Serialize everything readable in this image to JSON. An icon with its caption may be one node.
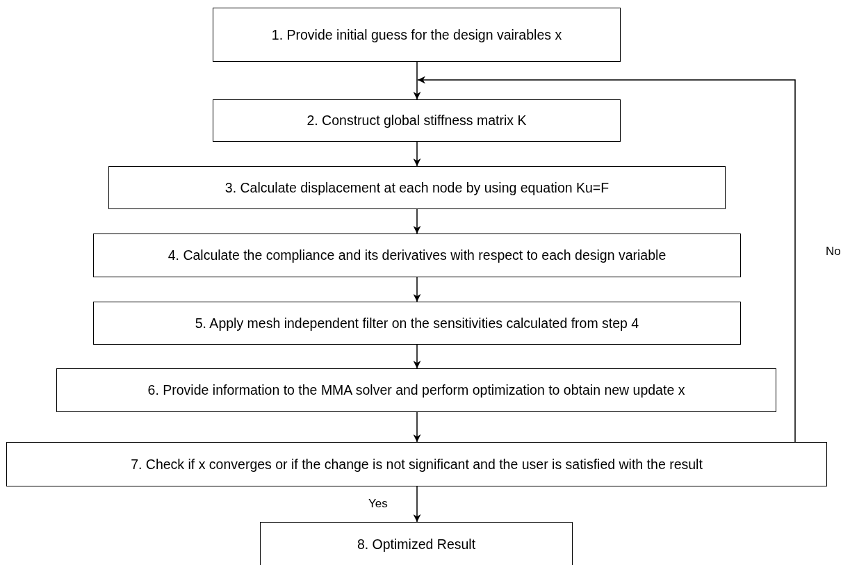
{
  "diagram": {
    "nodes": [
      {
        "text": [
          "1. Provide initial guess for the design vairables x"
        ]
      },
      {
        "text": [
          "2. Construct global stiffness matrix K"
        ]
      },
      {
        "text": [
          "3. Calculate displacement at each node by using equation  Ku=F"
        ]
      },
      {
        "text": [
          "4. Calculate the compliance and its derivatives with respect to each design variable"
        ]
      },
      {
        "text": [
          "5. Apply mesh independent filter on the sensitivities calculated from step 4"
        ]
      },
      {
        "text": [
          "6. Provide information to the MMA solver and perform optimization to obtain new update x"
        ]
      },
      {
        "text": [
          "7. Check if x converges or if the change is not significant and the user is satisfied with the result"
        ]
      },
      {
        "text": [
          "8. Optimized Result"
        ]
      }
    ],
    "edges": [
      {
        "from": 0,
        "to": 1,
        "arrow": "to"
      },
      {
        "from": 1,
        "to": 2,
        "arrow": "to"
      },
      {
        "from": 2,
        "to": 3,
        "arrow": "to"
      },
      {
        "from": 3,
        "to": 4,
        "arrow": "to"
      },
      {
        "from": 4,
        "to": 5,
        "arrow": "to"
      },
      {
        "from": 5,
        "to": 6,
        "arrow": "to"
      },
      {
        "from": 6,
        "to": 7,
        "arrow": "to",
        "label": "Yes"
      },
      {
        "from": 6,
        "to": 1,
        "arrow": "to",
        "label": "No"
      }
    ]
  }
}
